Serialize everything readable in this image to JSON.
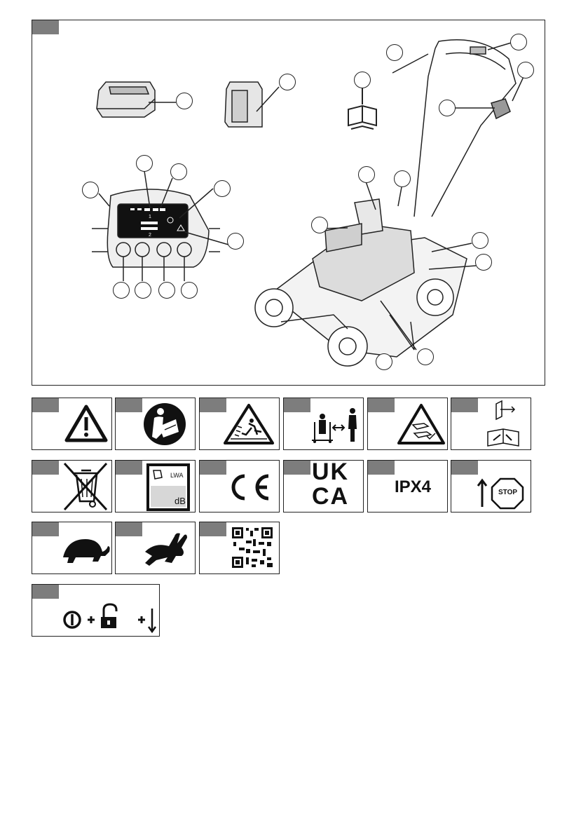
{
  "figure_1": {
    "callouts": [
      "",
      "",
      "",
      "",
      "",
      "",
      "",
      "",
      "",
      "",
      "",
      "",
      "",
      "",
      "",
      "",
      "",
      "",
      "",
      "",
      "",
      "",
      ""
    ],
    "panel_labels": {
      "level_1": "1",
      "level_2": "2"
    }
  },
  "symbols": {
    "ukca": [
      "UK",
      "CA"
    ],
    "ipx": "IPX4",
    "stop": "STOP",
    "lwa": "LWA",
    "db": "dB"
  },
  "colors": {
    "tag": "#7d7d7d",
    "line": "#222222"
  }
}
